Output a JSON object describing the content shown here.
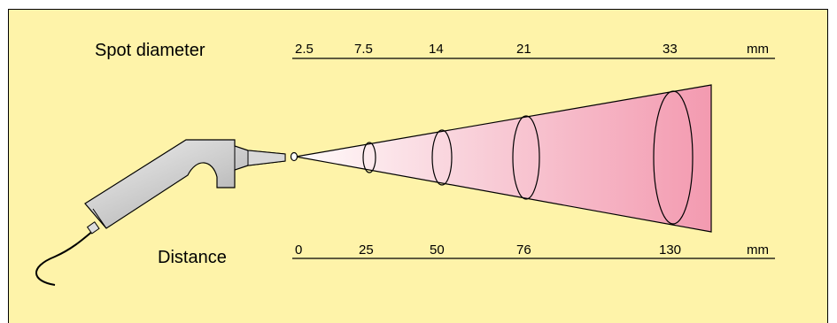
{
  "labels": {
    "spot_diameter": "Spot diameter",
    "distance": "Distance"
  },
  "spot_scale": {
    "values": [
      "2.5",
      "7.5",
      "14",
      "21",
      "33"
    ],
    "unit": "mm"
  },
  "distance_scale": {
    "values": [
      "0",
      "25",
      "50",
      "76",
      "130"
    ],
    "unit": "mm"
  },
  "colors": {
    "background": "#fef3a9",
    "beam_near": "#fff4f6",
    "beam_far": "#f4a2b4",
    "gun_body": "#c8c8c8"
  }
}
